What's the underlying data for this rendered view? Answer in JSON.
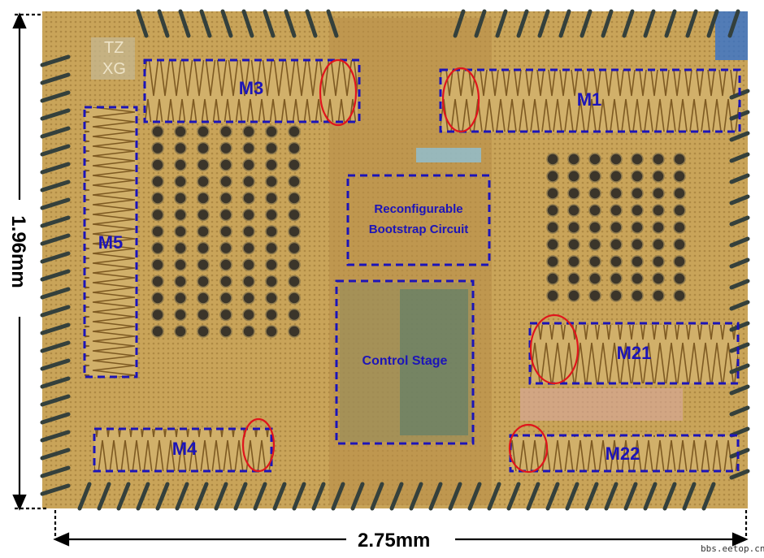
{
  "dimensions": {
    "height_label": "1.96mm",
    "width_label": "2.75mm"
  },
  "die_marking": {
    "line1": "TZ",
    "line2": "XG"
  },
  "blocks": [
    {
      "id": "M1",
      "label": "M1"
    },
    {
      "id": "M3",
      "label": "M3"
    },
    {
      "id": "M5",
      "label": "M5"
    },
    {
      "id": "M4",
      "label": "M4"
    },
    {
      "id": "M21",
      "label": "M21"
    },
    {
      "id": "M22",
      "label": "M22"
    },
    {
      "id": "bootstrap",
      "label_line1": "Reconfigurable",
      "label_line2": "Bootstrap Circuit"
    },
    {
      "id": "control",
      "label": "Control Stage"
    }
  ],
  "annotation_color": "#1c14b8",
  "highlight_color": "#e0141c",
  "watermark": "bbs.eetop.cn"
}
